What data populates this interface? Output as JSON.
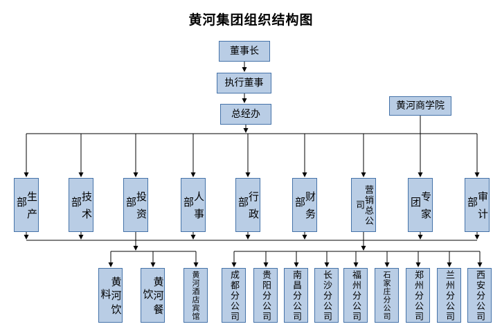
{
  "title": "黄河集团组织结构图",
  "colors": {
    "box_fill": "#b9cde5",
    "box_border": "#4472a8",
    "line": "#000000",
    "background": "#ffffff",
    "title_text": "#000000"
  },
  "top_chain": {
    "chairman": "董事长",
    "executive_director": "执行董事",
    "gm_office": "总经办"
  },
  "business_school": "黄河商学院",
  "departments": [
    "生产部",
    "技术部",
    "投资部",
    "人事部",
    "行政部",
    "财务部",
    "营销总公司",
    "专家团",
    "审计部"
  ],
  "investment_subsidiaries": [
    "黄河饮料",
    "黄河餐饮",
    "黄河酒店宾馆"
  ],
  "marketing_branches": [
    "成都分公司",
    "贵阳分公司",
    "南昌分公司",
    "长沙分公司",
    "福州分公司",
    "石家庄分公司",
    "郑州分公司",
    "兰州分公司",
    "西安分公司"
  ]
}
